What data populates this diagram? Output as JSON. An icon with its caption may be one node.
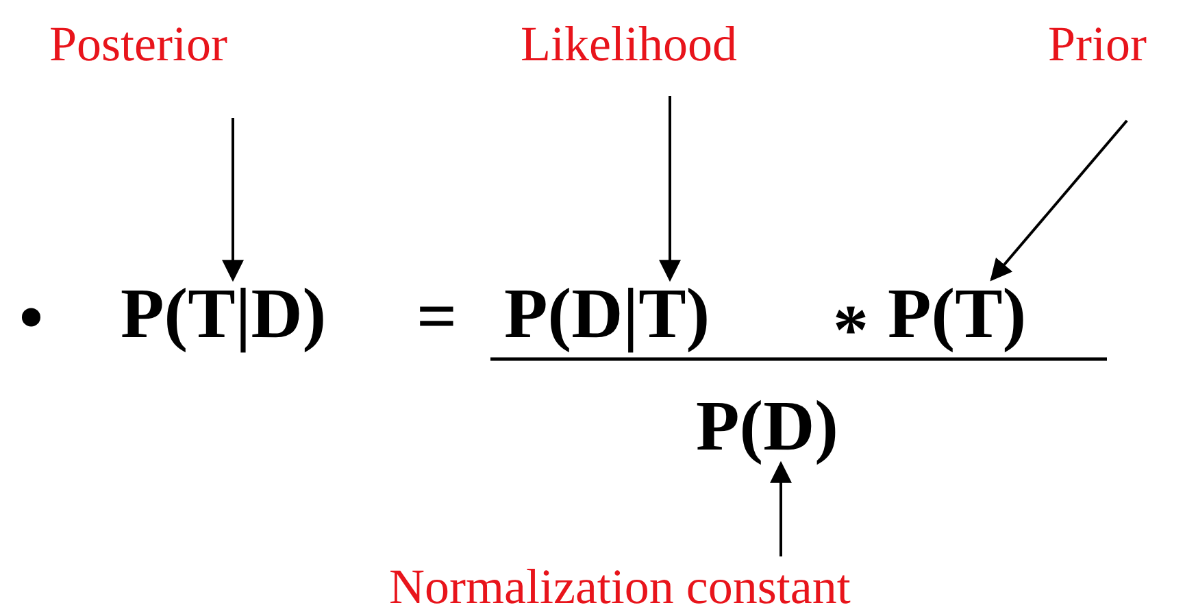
{
  "diagram": {
    "nodes": [
      {
        "text": [
          "Posterior"
        ]
      },
      {
        "text": [
          "Likelihood"
        ]
      },
      {
        "text": [
          "Prior"
        ]
      },
      {
        "text": [
          "Normalization constant"
        ]
      },
      {
        "text": [
          "P(T|D)"
        ]
      },
      {
        "text": [
          "P(D|T)"
        ]
      },
      {
        "text": [
          "P(T)"
        ]
      },
      {
        "text": [
          "P(D)"
        ]
      }
    ],
    "edges": [
      {
        "from": 0,
        "to": 4,
        "arrow": "to"
      },
      {
        "from": 1,
        "to": 5,
        "arrow": "to"
      },
      {
        "from": 2,
        "to": 6,
        "arrow": "to"
      },
      {
        "from": 3,
        "to": 7,
        "arrow": "to"
      }
    ],
    "labels": [
      "•",
      "=",
      "*"
    ]
  }
}
